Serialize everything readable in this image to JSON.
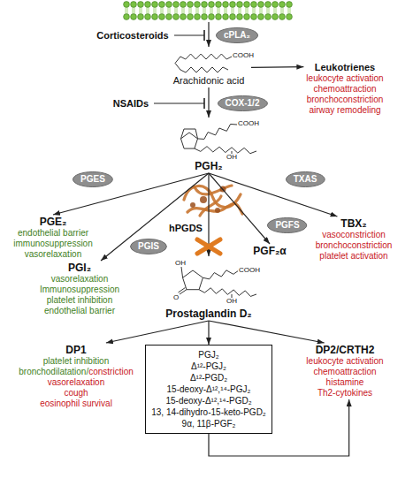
{
  "diagram": {
    "nodes": [
      {
        "text": [
          "cPLA₂"
        ]
      },
      {
        "text": [
          "Arachidonic acid"
        ]
      },
      {
        "text": [
          "Leukotrienes",
          "leukocyte activation",
          "chemoattraction",
          "bronchoconstriction",
          "airway remodeling"
        ]
      },
      {
        "text": [
          "COX-1/2"
        ]
      },
      {
        "text": [
          "PGH₂"
        ]
      },
      {
        "text": [
          "PGES"
        ]
      },
      {
        "text": [
          "PGIS"
        ]
      },
      {
        "text": [
          "hPGDS"
        ]
      },
      {
        "text": [
          "PGFS"
        ]
      },
      {
        "text": [
          "TXAS"
        ]
      },
      {
        "text": [
          "PGE₂",
          "endothelial barrier",
          "immunosuppression",
          "vasorelaxation"
        ]
      },
      {
        "text": [
          "PGI₂",
          "vasorelaxation",
          "Immunosuppression",
          "platelet inhibition",
          "endothelial barrier"
        ]
      },
      {
        "text": [
          "PGF₂α"
        ]
      },
      {
        "text": [
          "TBX₂",
          "vasoconstriction",
          "bronchoconstriction",
          "platelet activation"
        ]
      },
      {
        "text": [
          "Prostaglandin D₂"
        ]
      },
      {
        "text": [
          "DP1",
          "platelet inhibition",
          "bronchodilatation/constriction",
          "vasorelaxation",
          "cough",
          "eosinophil survival"
        ]
      },
      {
        "text": [
          "PGJ₂",
          "Δ¹²-PGJ₂",
          "Δ¹²-PGD₂",
          "15-deoxy-Δ¹²,¹⁴-PGJ₂",
          "15-deoxy-Δ¹²,¹⁴-PGD₂",
          "13, 14-dihydro-15-keto-PGD₂",
          "9α, 11β-PGF₂"
        ]
      },
      {
        "text": [
          "DP2/CRTH2",
          "leukocyte activation",
          "chemoattraction",
          "histamine",
          "Th2-cytokines"
        ]
      }
    ],
    "edges": [
      {
        "from": 1,
        "to": 2,
        "arrow": "to"
      },
      {
        "from": 1,
        "to": 4,
        "arrow": "to"
      },
      {
        "from": 4,
        "to": 10,
        "arrow": "to"
      },
      {
        "from": 4,
        "to": 11,
        "arrow": "to"
      },
      {
        "from": 4,
        "to": 12,
        "arrow": "to"
      },
      {
        "from": 4,
        "to": 13,
        "arrow": "to"
      },
      {
        "from": 4,
        "to": 14,
        "arrow": "to"
      },
      {
        "from": 14,
        "to": 15,
        "arrow": "to"
      },
      {
        "from": 14,
        "to": 16,
        "arrow": "to"
      },
      {
        "from": 14,
        "to": 17,
        "arrow": "to"
      },
      {
        "from": 16,
        "to": 17,
        "arrow": "to"
      }
    ],
    "labels": [
      "Corticosteroids",
      "COOH",
      "NSAIDs",
      "COOH",
      "OH",
      "OH",
      "COOH",
      "O",
      "OH"
    ]
  }
}
